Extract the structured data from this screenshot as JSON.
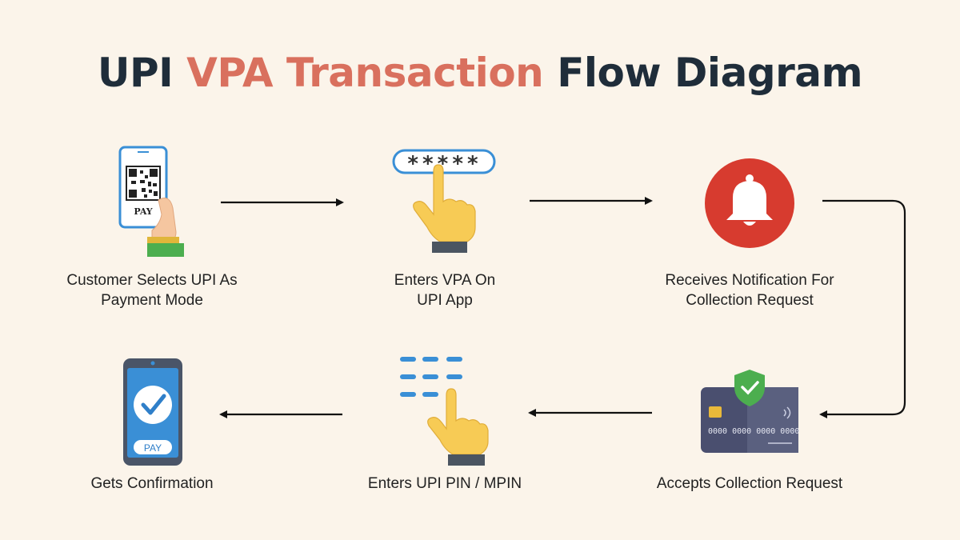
{
  "title": {
    "part1": "UPI",
    "part2": "VPA Transaction",
    "part3": "Flow Diagram"
  },
  "colors": {
    "accent": "#d9705e",
    "dark": "#1f2d3a",
    "background": "#fbf4ea",
    "bell": "#d73b2f",
    "shield": "#4cae4f",
    "link": "#3a8fd6"
  },
  "steps": [
    {
      "line1": "Customer Selects UPI As",
      "line2": "Payment Mode",
      "icon": "phone-qr-pay-icon",
      "icon_text": "PAY"
    },
    {
      "line1": "Enters VPA On",
      "line2": "UPI App",
      "icon": "pointer-password-icon",
      "icon_text": "*****"
    },
    {
      "line1": "Receives Notification For",
      "line2": "Collection Request",
      "icon": "bell-notification-icon"
    },
    {
      "line1": "Accepts Collection Request",
      "icon": "card-shield-icon",
      "icon_text": "0000 0000 0000 0000"
    },
    {
      "line1": "Enters UPI PIN / MPIN",
      "icon": "pointer-keypad-icon"
    },
    {
      "line1": "Gets Confirmation",
      "icon": "phone-check-icon",
      "icon_text": "PAY"
    }
  ]
}
